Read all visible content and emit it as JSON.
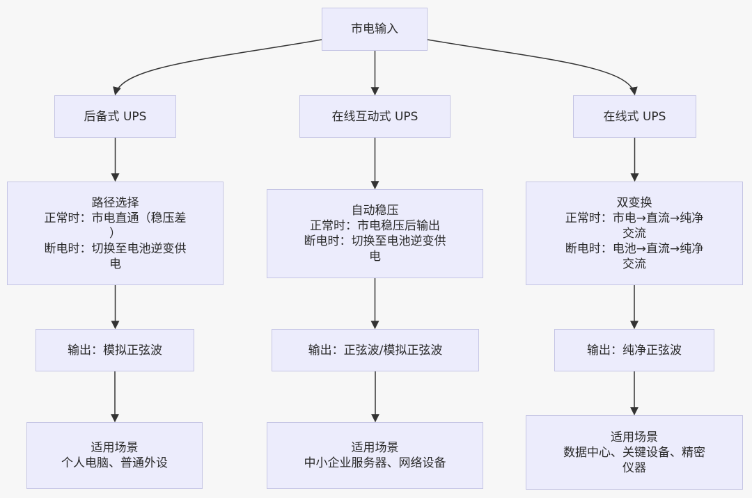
{
  "diagram": {
    "colors": {
      "node_fill": "#ececfc",
      "node_border": "#c4c4e4",
      "edge": "#333333",
      "background": "#f7f7f7"
    },
    "root": {
      "lines": [
        "市电输入"
      ]
    },
    "columns": [
      {
        "type": {
          "lines": [
            "后备式 UPS"
          ]
        },
        "principle": {
          "lines": [
            "路径选择",
            "正常时：市电直通（稳压差",
            "）",
            "断电时：切换至电池逆变供",
            "电"
          ]
        },
        "output": {
          "lines": [
            "输出：模拟正弦波"
          ]
        },
        "scenario": {
          "lines": [
            "适用场景",
            "个人电脑、普通外设"
          ]
        }
      },
      {
        "type": {
          "lines": [
            "在线互动式 UPS"
          ]
        },
        "principle": {
          "lines": [
            "自动稳压",
            "正常时：市电稳压后输出",
            "断电时：切换至电池逆变供",
            "电"
          ]
        },
        "output": {
          "lines": [
            "输出：正弦波/模拟正弦波"
          ]
        },
        "scenario": {
          "lines": [
            "适用场景",
            "中小企业服务器、网络设备"
          ]
        }
      },
      {
        "type": {
          "lines": [
            "在线式 UPS"
          ]
        },
        "principle": {
          "lines": [
            "双变换",
            "正常时：市电→直流→纯净",
            "交流",
            "断电时：电池→直流→纯净",
            "交流"
          ]
        },
        "output": {
          "lines": [
            "输出：纯净正弦波"
          ]
        },
        "scenario": {
          "lines": [
            "适用场景",
            "数据中心、关键设备、精密",
            "仪器"
          ]
        }
      }
    ]
  }
}
